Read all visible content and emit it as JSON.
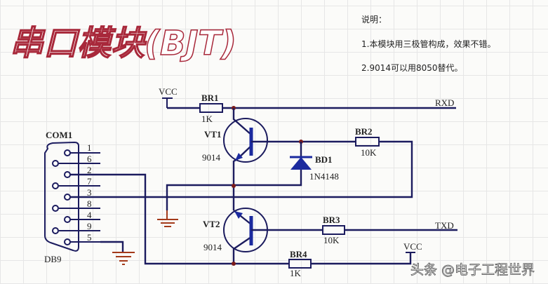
{
  "title": "串口模块(BJT)",
  "notes": {
    "heading": "说明：",
    "line1": "1.本模块用三极管构成，效果不错。",
    "line2": "2.9014可以用8050替代。"
  },
  "connector": {
    "ref": "COM1",
    "type": "DB9",
    "pins": [
      "1",
      "6",
      "2",
      "7",
      "3",
      "8",
      "4",
      "9",
      "5"
    ]
  },
  "components": {
    "br1": {
      "ref": "BR1",
      "value": "1K"
    },
    "br2": {
      "ref": "BR2",
      "value": "10K"
    },
    "br3": {
      "ref": "BR3",
      "value": "10K"
    },
    "br4": {
      "ref": "BR4",
      "value": "1K"
    },
    "vt1": {
      "ref": "VT1",
      "value": "9014"
    },
    "vt2": {
      "ref": "VT2",
      "value": "9014"
    },
    "bd1": {
      "ref": "BD1",
      "value": "1N4148"
    }
  },
  "nets": {
    "vcc": "VCC",
    "rxd": "RXD",
    "txd": "TXD"
  },
  "watermark": "头条 @电子工程世界"
}
